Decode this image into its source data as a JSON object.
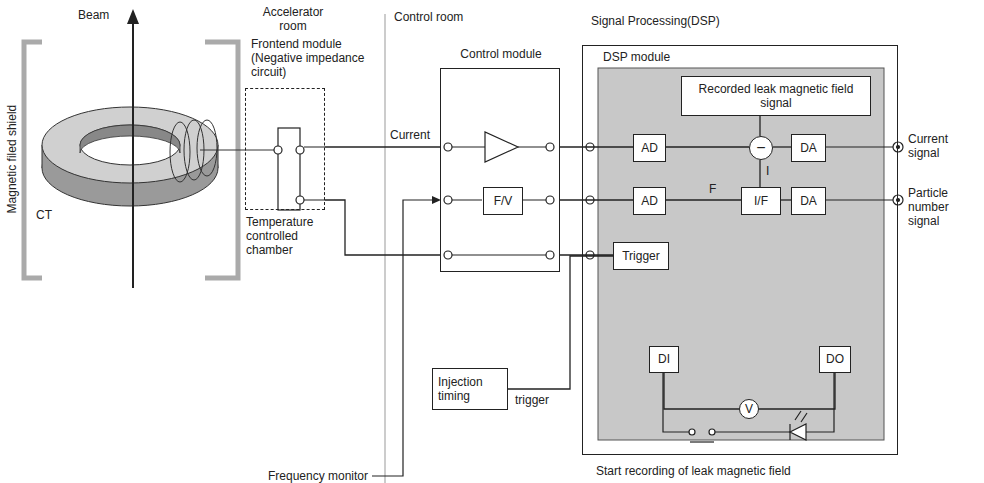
{
  "diagram": {
    "nodes": [
      {
        "text": [
          "Frontend module (Negative impedance circuit)",
          "Temperature controlled chamber"
        ]
      },
      {
        "text": [
          "Control module"
        ]
      },
      {
        "text": [
          "F/V"
        ],
        "in": 1
      },
      {
        "text": [
          "Signal Processing(DSP)",
          "DSP module"
        ]
      },
      {
        "text": [
          "Recorded leak magnetic field signal"
        ],
        "in": 3
      },
      {
        "text": [
          "AD"
        ],
        "in": 3
      },
      {
        "text": [
          "AD"
        ],
        "in": 3
      },
      {
        "text": [
          "−"
        ],
        "in": 3
      },
      {
        "text": [
          "DA"
        ],
        "in": 3
      },
      {
        "text": [
          "I/F"
        ],
        "in": 3
      },
      {
        "text": [
          "DA"
        ],
        "in": 3
      },
      {
        "text": [
          "Trigger"
        ],
        "in": 3
      },
      {
        "text": [
          "DI"
        ],
        "in": 3
      },
      {
        "text": [
          "V"
        ],
        "in": 3
      },
      {
        "text": [
          "DO"
        ],
        "in": 3
      },
      {
        "text": [
          "Injection timing"
        ]
      }
    ],
    "edges": [
      {
        "from": 0,
        "to": 1,
        "arrow": "none"
      },
      {
        "from": 0,
        "to": 1,
        "arrow": "none"
      },
      {
        "from": 1,
        "to": 5,
        "arrow": "none"
      },
      {
        "from": 1,
        "to": 6,
        "arrow": "none"
      },
      {
        "from": 1,
        "to": 11,
        "arrow": "none"
      },
      {
        "from": 5,
        "to": 7,
        "arrow": "none"
      },
      {
        "from": 4,
        "to": 7,
        "arrow": "none"
      },
      {
        "from": 7,
        "to": 8,
        "arrow": "none"
      },
      {
        "from": 6,
        "to": 9,
        "label": "F",
        "arrow": "none"
      },
      {
        "from": 7,
        "to": 9,
        "label": "I",
        "arrow": "none"
      },
      {
        "from": 9,
        "to": 10,
        "arrow": "none"
      },
      {
        "from": 15,
        "to": 11,
        "label": "trigger",
        "arrow": "none"
      },
      {
        "from": 12,
        "to": 13,
        "arrow": "none"
      },
      {
        "from": 13,
        "to": 14,
        "arrow": "none"
      }
    ],
    "labels": [
      "Accelerator room",
      "Control room",
      "Beam",
      "Magnetic filed shield",
      "CT",
      "Current",
      "Frequency monitor",
      "Current signal",
      "Particle number signal",
      "Start recording of leak magnetic field"
    ]
  }
}
